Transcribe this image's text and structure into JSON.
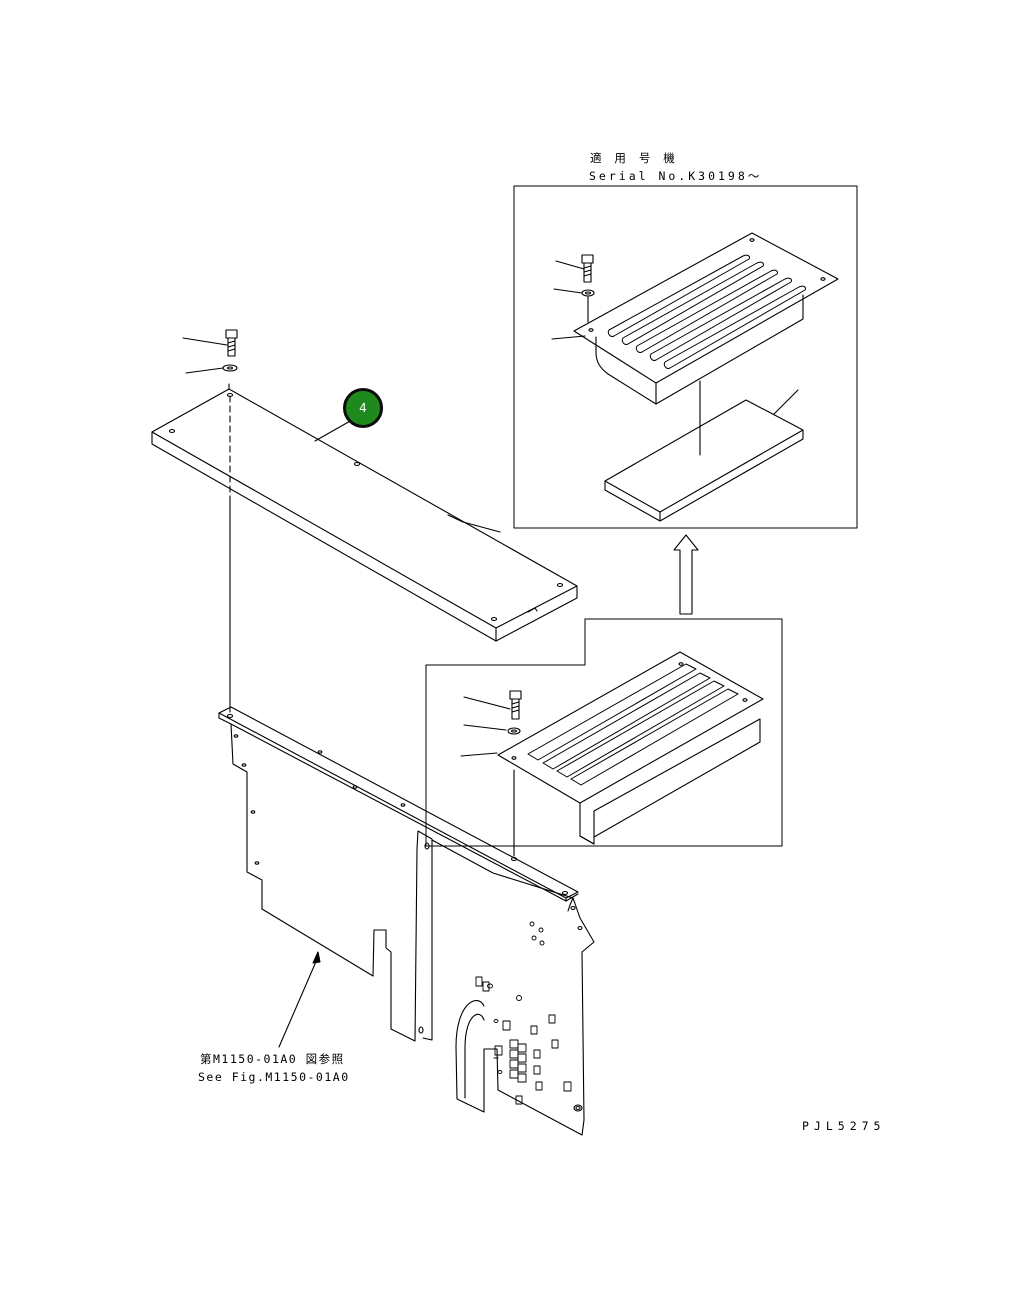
{
  "serial_note": {
    "line1": "適 用 号 機",
    "line2": "Serial No.K30198〜"
  },
  "reference_note": {
    "line1": "第M1150-01A0 図参照",
    "line2": "See Fig.M1150-01A0"
  },
  "drawing_code": "PJL5275",
  "callouts": [
    {
      "number": "4",
      "color": "#1e8a1e"
    }
  ]
}
